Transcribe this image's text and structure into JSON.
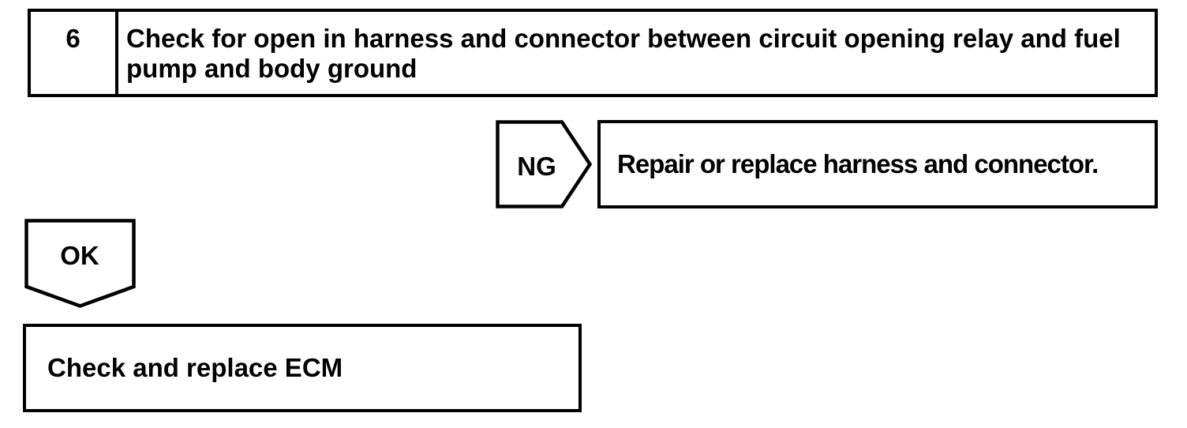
{
  "page": {
    "paper_color": "#ffffff",
    "ink_color": "#000000"
  },
  "flowchart": {
    "step_box": {
      "step_number": "6",
      "instruction_line1": "Check for open in harness and connector between circuit opening relay and fuel",
      "instruction_line2": "pump and body ground"
    },
    "ng_branch": {
      "label": "NG",
      "action": "Repair or replace harness and connector."
    },
    "ok_branch": {
      "label": "OK",
      "action": "Check and replace ECM"
    }
  }
}
